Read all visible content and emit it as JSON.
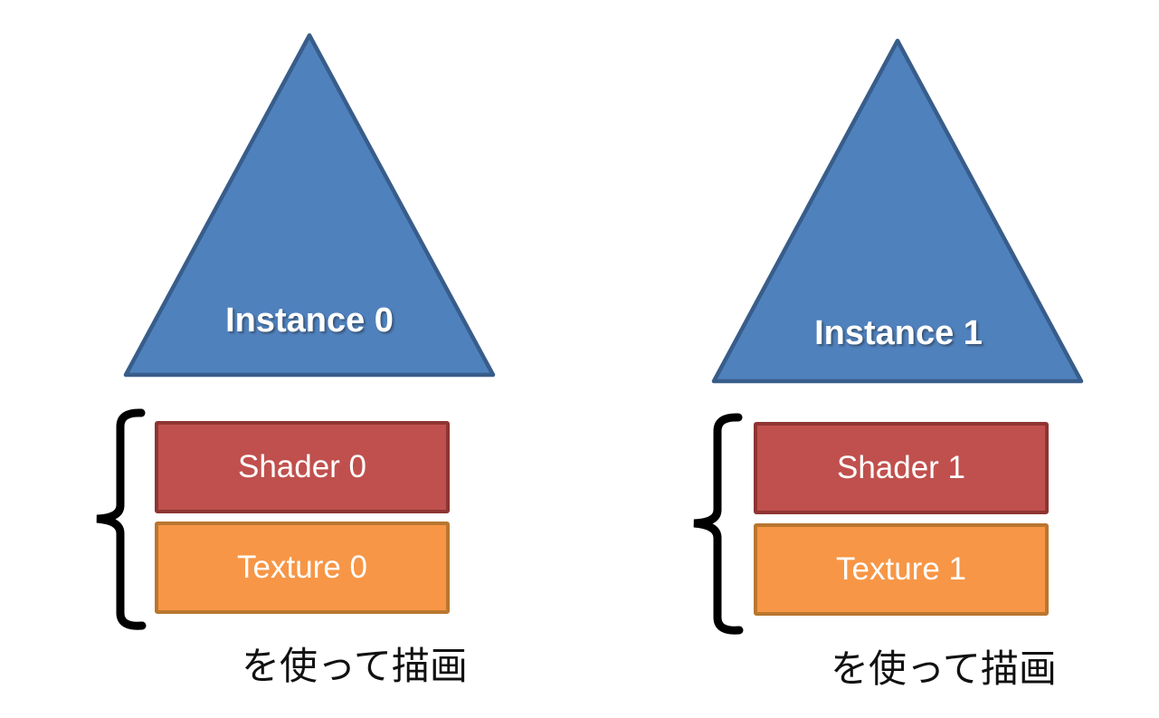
{
  "diagram": {
    "description_colors": {
      "background": "#FFFFFF",
      "triangle_fill": "#4F81BD",
      "triangle_border": "#385D8A",
      "shader_fill": "#C0504D",
      "shader_border": "#8E3533",
      "texture_fill": "#F79646",
      "texture_border": "#B9772F",
      "shape_text": "#FFFFFF",
      "caption_text": "#111111",
      "brace_stroke": "#000000"
    },
    "instances": [
      {
        "triangle_label": "Instance 0",
        "shader_label": "Shader 0",
        "texture_label": "Texture 0",
        "caption": "を使って描画"
      },
      {
        "triangle_label": "Instance 1",
        "shader_label": "Shader 1",
        "texture_label": "Texture 1",
        "caption": "を使って描画"
      }
    ]
  }
}
